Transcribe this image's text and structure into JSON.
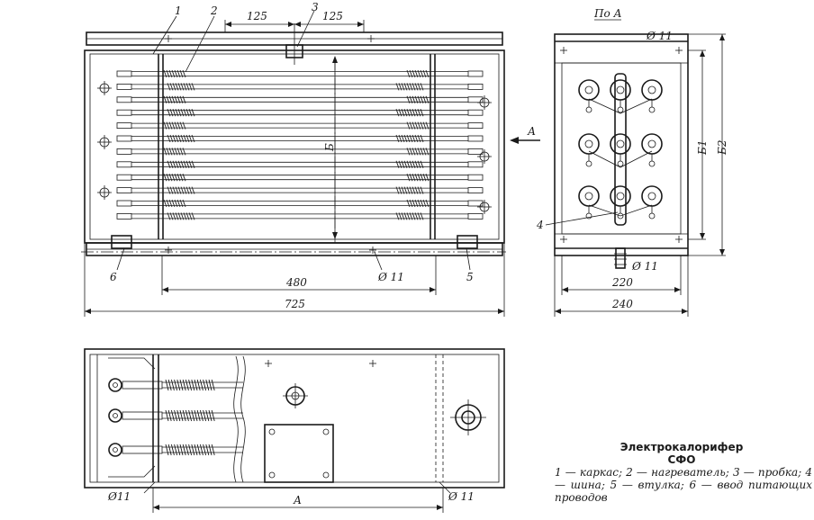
{
  "labels": {
    "l1": "1",
    "l2": "2",
    "l3": "3",
    "l4": "4",
    "l5": "5",
    "l6": "6",
    "view_a": "По А",
    "arrow_a": "А"
  },
  "dimensions": {
    "d125a": "125",
    "d125b": "125",
    "d480": "480",
    "d725": "725",
    "d220": "220",
    "d240": "240",
    "dB": "Б",
    "dB1": "Б1",
    "dB2": "Б2",
    "dA": "А"
  },
  "holes": {
    "top": "Ø 11",
    "front_bottom": "Ø 11",
    "side_bottom": "Ø 11",
    "plan_left": "Ø11",
    "plan_right": "Ø 11"
  },
  "legend": {
    "title_line1": "Электрокалорифер",
    "title_line2": "СФО",
    "items": "1 — каркас; 2 — нагреватель; 3 — пробка; 4 — шина; 5 — втулка; 6 — ввод питающих проводов"
  }
}
